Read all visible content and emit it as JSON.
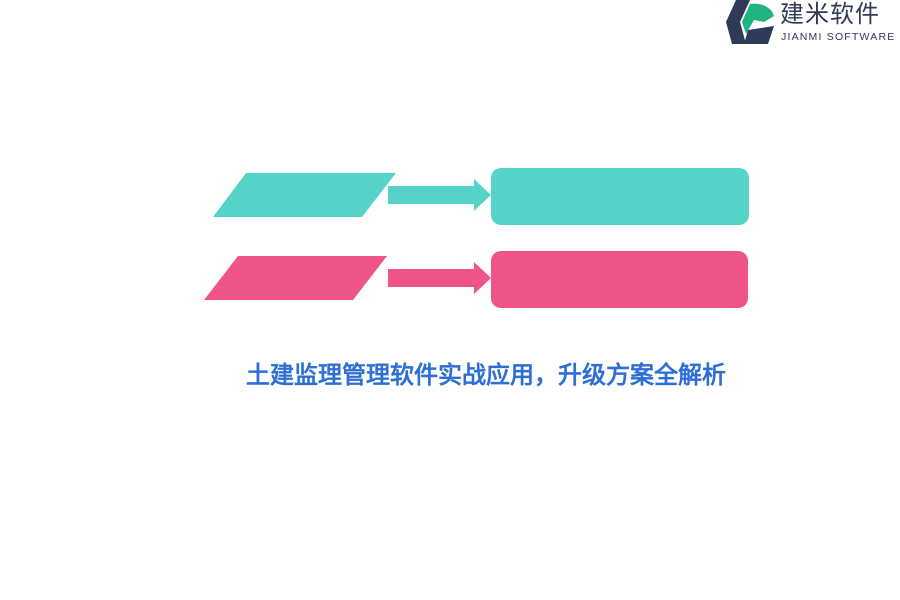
{
  "logo": {
    "name_cn": "建米软件",
    "name_en": "JIANMI SOFTWARE",
    "icon": "jianmi-logo-icon",
    "colors": {
      "dark": "#2f3a57",
      "green": "#1fb47d"
    }
  },
  "diagram": {
    "rows": [
      {
        "color": "#56d3c9",
        "input_label": "",
        "output_label": ""
      },
      {
        "color": "#ee5586",
        "input_label": "",
        "output_label": ""
      }
    ]
  },
  "caption": {
    "text": "土建监理管理软件实战应用，升级方案全解析",
    "color": "#2e6fd6"
  }
}
